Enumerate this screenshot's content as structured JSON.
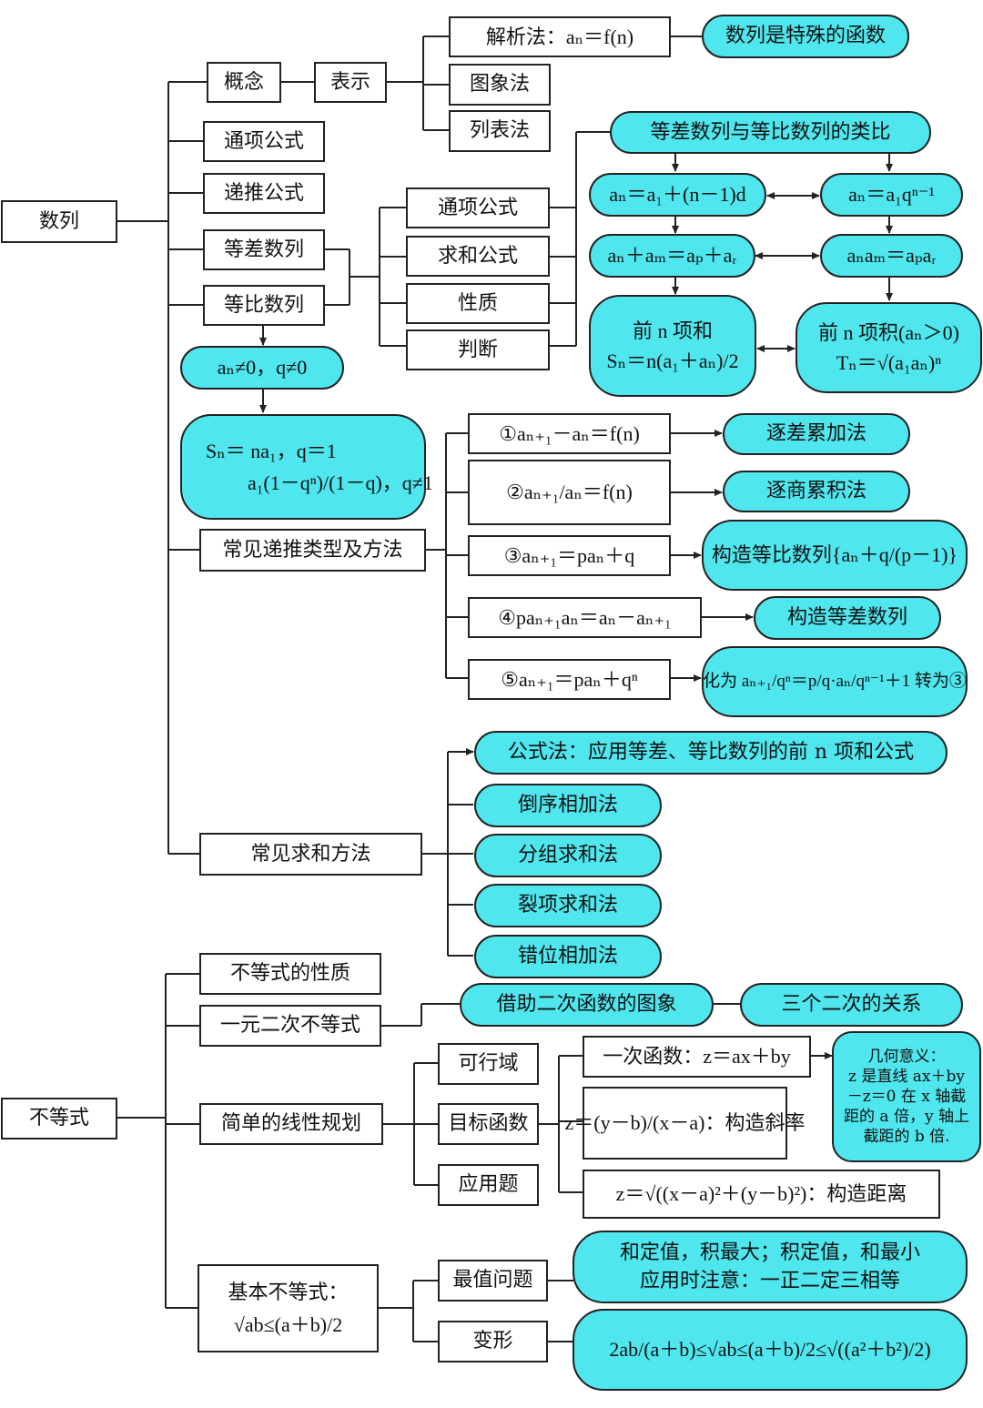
{
  "left_roots": {
    "sequence": "数列",
    "inequality": "不等式"
  },
  "seq": {
    "concept": "概念",
    "represent": "表示",
    "analytic": "解析法：aₙ＝f(n)",
    "special_function": "数列是特殊的函数",
    "graph_method": "图象法",
    "table_method": "列表法",
    "general_term": "通项公式",
    "recursive": "递推公式",
    "arithmetic": "等差数列",
    "geometric": "等比数列",
    "mid_general": "通项公式",
    "mid_sum": "求和公式",
    "mid_property": "性质",
    "mid_judge": "判断",
    "analogy_title": "等差数列与等比数列的类比",
    "arith_general": "aₙ＝a₁＋(n－1)d",
    "geo_general": "aₙ＝a₁qⁿ⁻¹",
    "arith_property": "aₙ＋aₘ＝aₚ＋aᵣ",
    "geo_property": "aₙaₘ＝aₚaᵣ",
    "arith_sum_line1": "前 n 项和",
    "arith_sum_line2": "Sₙ＝n(a₁＋aₙ)/2",
    "geo_sum_line1": "前 n 项积(aₙ＞0)",
    "geo_sum_line2": "Tₙ＝√(a₁aₙ)ⁿ",
    "geo_condition": "aₙ≠0，q≠0",
    "geo_sum_case1": "Sₙ＝ na₁，q＝1",
    "geo_sum_case2": "a₁(1－qⁿ)/(1－q)，q≠1",
    "recur_title": "常见递推类型及方法",
    "recur_types": [
      "①aₙ₊₁－aₙ＝f(n)",
      "②aₙ₊₁/aₙ＝f(n)",
      "③aₙ₊₁＝paₙ＋q",
      "④paₙ₊₁aₙ＝aₙ－aₙ₊₁",
      "⑤aₙ₊₁＝paₙ＋qⁿ"
    ],
    "recur_methods": [
      "逐差累加法",
      "逐商累积法",
      "构造等比数列{aₙ＋q/(p－1)}",
      "构造等差数列",
      "化为 aₙ₊₁/qⁿ＝p/q·aₙ/qⁿ⁻¹＋1 转为③"
    ],
    "sum_title": "常见求和方法",
    "sum_methods": [
      "公式法：应用等差、等比数列的前 n 项和公式",
      "倒序相加法",
      "分组求和法",
      "裂项求和法",
      "错位相加法"
    ]
  },
  "ineq": {
    "properties": "不等式的性质",
    "quadratic": "一元二次不等式",
    "quad_graph": "借助二次函数的图象",
    "three_quadratics": "三个二次的关系",
    "linear_prog": "简单的线性规划",
    "feasible": "可行域",
    "objective": "目标函数",
    "application": "应用题",
    "obj_linear": "一次函数：z＝ax＋by",
    "obj_slope": "z＝(y－b)/(x－a)：构造斜率",
    "obj_distance": "z＝√((x－a)²＋(y－b)²)：构造距离",
    "geo_meaning_title": "几何意义：",
    "geo_meaning_body": "z 是直线 ax＋by －z＝0 在 x 轴截距的 a 倍，y 轴上截距的 b 倍.",
    "basic_title": "基本不等式：",
    "basic_formula": "√ab≤(a＋b)/2",
    "extreme": "最值问题",
    "extreme_note1": "和定值，积最大；积定值，和最小",
    "extreme_note2": "应用时注意：一正二定三相等",
    "deform": "变形",
    "deform_chain": "2ab/(a＋b)≤√ab≤(a＋b)/2≤√((a²＋b²)/2)"
  }
}
